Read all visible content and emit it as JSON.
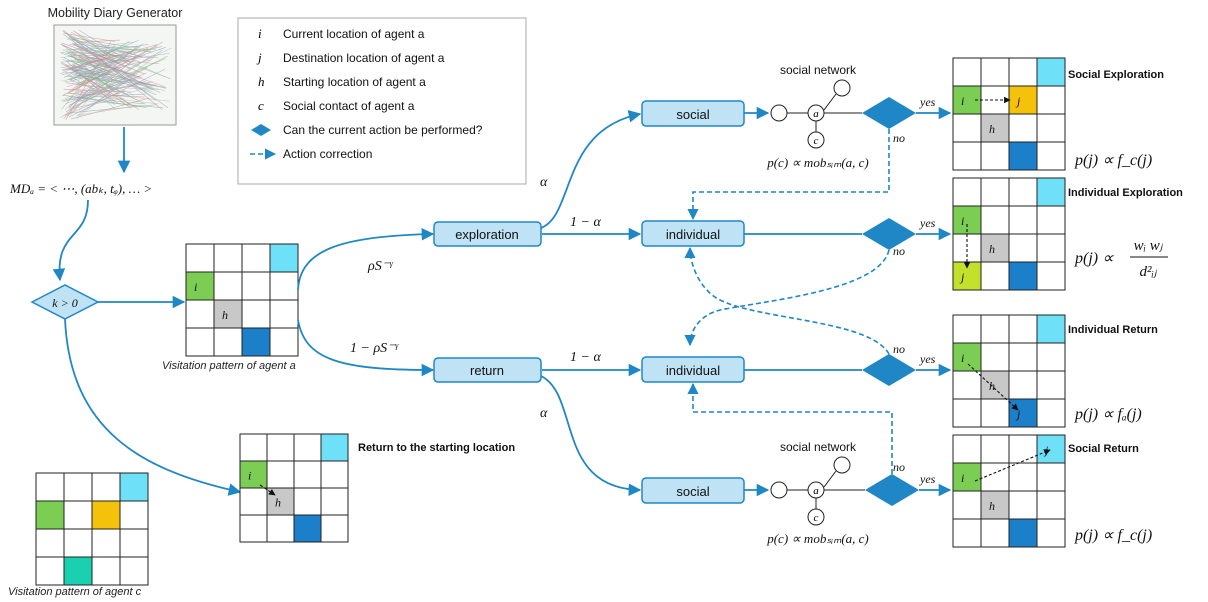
{
  "generator": {
    "title": "Mobility Diary Generator"
  },
  "formula_md": "MDₐ = < ⋯, (abₖ, tᵩ), … >",
  "legend": {
    "items": [
      {
        "symbol": "i",
        "text": "Current location of agent a"
      },
      {
        "symbol": "j",
        "text": "Destination location of agent a"
      },
      {
        "symbol": "h",
        "text": "Starting location of agent a"
      },
      {
        "symbol": "c",
        "text": "Social contact of agent a"
      },
      {
        "symbol": "diamond",
        "text": "Can the current action be performed?"
      },
      {
        "symbol": "dashed-arrow",
        "text": "Action correction"
      }
    ]
  },
  "decision": {
    "label": "k > 0"
  },
  "grids": {
    "agent_a_caption": "Visitation pattern of agent a",
    "agent_c_caption": "Visitation pattern of agent c",
    "return_start_label": "Return to the starting location"
  },
  "nodes": {
    "exploration": "exploration",
    "return": "return",
    "social_top": "social",
    "individual_top": "individual",
    "individual_bottom": "individual",
    "social_bottom": "social"
  },
  "edge_labels": {
    "rho": "ρS⁻ᵞ",
    "one_minus_rho": "1 − ρS⁻ᵞ",
    "alpha_top": "α",
    "one_minus_alpha_top": "1 − α",
    "one_minus_alpha_bottom": "1 − α",
    "alpha_bottom": "α",
    "yes": "yes",
    "no": "no"
  },
  "social_network": {
    "label": "social network",
    "node_a": "a",
    "node_c": "c",
    "prob": "p(c) ∝ mobₛᵢₘ(a, c)"
  },
  "outcomes": {
    "social_exploration": {
      "title": "Social Exploration",
      "formula": "p(j) ∝ f_c(j)"
    },
    "individual_exploration": {
      "title": "Individual Exploration",
      "formula_lhs": "p(j) ∝",
      "formula_num": "wᵢ wⱼ",
      "formula_den": "d²ᵢⱼ"
    },
    "individual_return": {
      "title": "Individual Return",
      "formula": "p(j) ∝ fₐ(j)"
    },
    "social_return": {
      "title": "Social Return",
      "formula": "p(j) ∝ f_c(j)"
    }
  },
  "cell_labels": {
    "i": "i",
    "j": "j",
    "h": "h"
  },
  "colors": {
    "accent": "#1f87c6",
    "box_fill": "#bfe3f5",
    "diamond": "#1f87c6",
    "current_green": "#7ccd54",
    "destination_orange": "#f5c20b",
    "destination_lime": "#c3e02b",
    "start_gray": "#c8c8c8",
    "cyan": "#6ee0f7",
    "blue": "#1c7fc9",
    "teal": "#19d1b0"
  }
}
